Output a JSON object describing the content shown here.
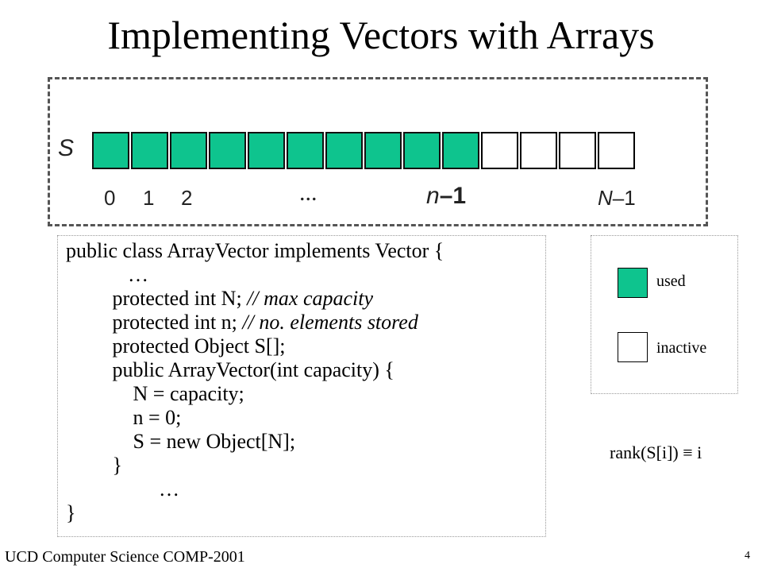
{
  "slide": {
    "title": "Implementing Vectors with Arrays",
    "footer": "UCD Computer Science COMP-2001",
    "page_number": "4"
  },
  "array": {
    "label": "S",
    "used_count": 10,
    "inactive_count": 4,
    "colors": {
      "used": "#0ec48e",
      "inactive": "#ffffff"
    },
    "indices": {
      "i0": "0",
      "i1": "1",
      "i2": "2",
      "dots": "...",
      "n_var": "n",
      "n_suffix": "–1",
      "N_var": "N",
      "N_suffix": "–1"
    }
  },
  "code": {
    "lines": [
      {
        "text": "public class ArrayVector implements Vector {",
        "comment": ""
      },
      {
        "text": "            …",
        "comment": ""
      },
      {
        "text": "         protected int N; ",
        "comment": "// max capacity"
      },
      {
        "text": "         protected int n; ",
        "comment": "// no. elements stored"
      },
      {
        "text": "         protected Object S[];",
        "comment": ""
      },
      {
        "text": "         public ArrayVector(int capacity) {",
        "comment": ""
      },
      {
        "text": "             N = capacity;",
        "comment": ""
      },
      {
        "text": "             n = 0;",
        "comment": ""
      },
      {
        "text": "             S = new Object[N];",
        "comment": ""
      },
      {
        "text": "         }",
        "comment": ""
      },
      {
        "text": "                  …",
        "comment": ""
      },
      {
        "text": "}",
        "comment": ""
      }
    ]
  },
  "legend": {
    "used_label": "used",
    "inactive_label": "inactive"
  },
  "rank_note": "rank(S[i]) ≡ i"
}
